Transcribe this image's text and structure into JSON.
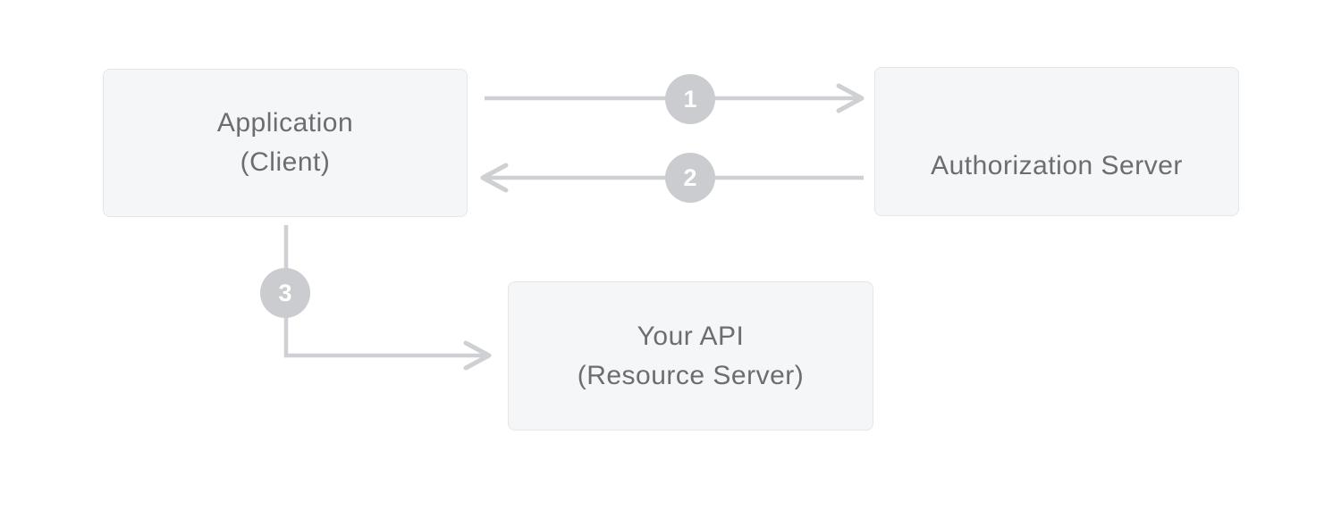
{
  "diagram": {
    "type": "flow",
    "description": "Client credentials OAuth flow between an application, an authorization server, and a resource server",
    "nodes": [
      {
        "id": "application",
        "line1": "Application",
        "line2": "(Client)"
      },
      {
        "id": "authorization-server",
        "line1": "Authorization Server",
        "line2": ""
      },
      {
        "id": "your-api",
        "line1": "Your API",
        "line2": "(Resource Server)"
      }
    ],
    "steps": [
      {
        "number": "1",
        "from": "application",
        "to": "authorization-server",
        "direction": "right"
      },
      {
        "number": "2",
        "from": "authorization-server",
        "to": "application",
        "direction": "left"
      },
      {
        "number": "3",
        "from": "application",
        "to": "your-api",
        "direction": "down-right-elbow"
      }
    ],
    "colors": {
      "background": "#ffffff",
      "node_fill": "#f5f6f7",
      "node_border": "#e4e6e8",
      "node_text": "#6b6e71",
      "arrow": "#ced0d3",
      "badge_fill": "#cacccf",
      "badge_text": "#ffffff"
    }
  }
}
